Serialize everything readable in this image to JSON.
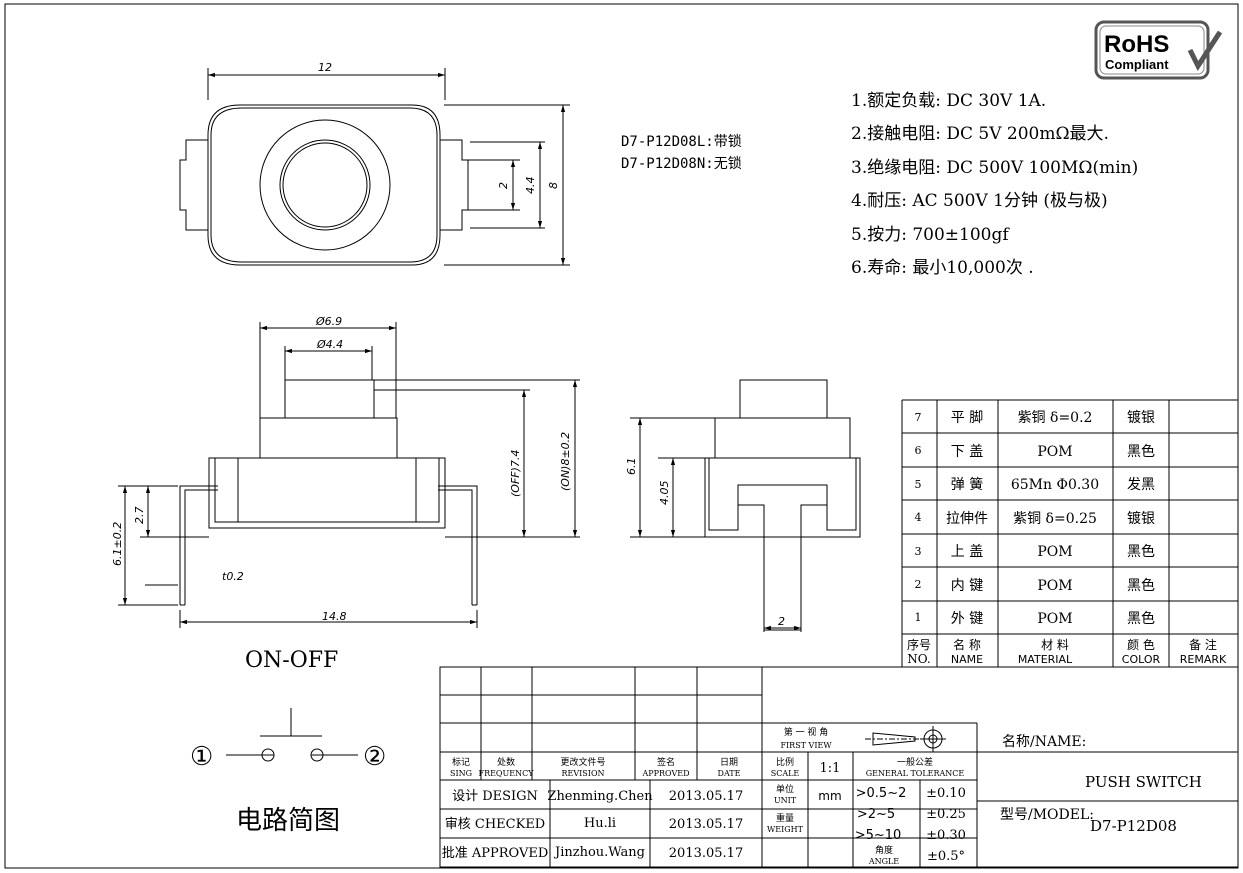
{
  "rohs": {
    "line1": "RoHS",
    "line2": "Compliant"
  },
  "variants": [
    "D7-P12D08L:带锁",
    "D7-P12D08N:无锁"
  ],
  "specs": [
    "1.额定负载: DC 30V 1A.",
    "2.接触电阻: DC 5V  200mΩ最大.",
    "3.绝缘电阻: DC  500V 100MΩ(min)",
    "4.耐压: AC 500V 1分钟 (极与极)",
    "5.按力: 700±100gf",
    "6.寿命: 最小10,000次 ."
  ],
  "dims": {
    "top_width": "12",
    "top_inner": "2",
    "top_mid": "4.4",
    "top_height": "8",
    "dia_outer": "Ø6.9",
    "dia_inner": "Ø4.4",
    "off_height": "(OFF)7.4",
    "on_height": "(ON)8±0.2",
    "lead_height": "6.1±0.2",
    "body_height": "2.7",
    "thickness": "t0.2",
    "span": "14.8",
    "side_height": "6.1",
    "side_inner": "4.05",
    "side_pin": "2"
  },
  "circuit": {
    "title": "ON-OFF",
    "pin1": "①",
    "pin2": "②",
    "caption": "电路简图"
  },
  "bom": {
    "rows": [
      {
        "no": "7",
        "name": "平 脚",
        "material": "紫铜 δ=0.2",
        "color": "镀银",
        "remark": ""
      },
      {
        "no": "6",
        "name": "下 盖",
        "material": "POM",
        "color": "黑色",
        "remark": ""
      },
      {
        "no": "5",
        "name": "弹 簧",
        "material": "65Mn Φ0.30",
        "color": "发黑",
        "remark": ""
      },
      {
        "no": "4",
        "name": "拉伸件",
        "material": "紫铜 δ=0.25",
        "color": "镀银",
        "remark": ""
      },
      {
        "no": "3",
        "name": "上 盖",
        "material": "POM",
        "color": "黑色",
        "remark": ""
      },
      {
        "no": "2",
        "name": "内 键",
        "material": "POM",
        "color": "黑色",
        "remark": ""
      },
      {
        "no": "1",
        "name": "外 键",
        "material": "POM",
        "color": "黑色",
        "remark": ""
      }
    ],
    "header": {
      "no_cn": "序号",
      "no_en": "NO.",
      "name_cn": "名 称",
      "name_en": "NAME",
      "material_cn": "材 料",
      "material_en": "MATERIAL",
      "color_cn": "颜 色",
      "color_en": "COLOR",
      "remark_cn": "备 注",
      "remark_en": "REMARK"
    }
  },
  "titleblock": {
    "sing_cn": "标记",
    "sing_en": "SING",
    "freq_cn": "处数",
    "freq_en": "FREQUENCY",
    "rev_cn": "更改文件号",
    "rev_en": "REVISION",
    "appr_cn": "签名",
    "appr_en": "APPROVED",
    "date_cn": "日期",
    "date_en": "DATE",
    "design": "设计 DESIGN",
    "checked": "审核 CHECKED",
    "approved": "批准 APPROVED",
    "design_name": "Zhenming.Chen",
    "checked_name": "Hu.li",
    "approved_name": "Jinzhou.Wang",
    "design_date": "2013.05.17",
    "checked_date": "2013.05.17",
    "approved_date": "2013.05.17",
    "view_cn": "第 一 视 角",
    "view_en": "FIRST VIEW",
    "scale_cn": "比例",
    "scale_en": "SCALE",
    "scale_val": "1:1",
    "unit_cn": "单位",
    "unit_en": "UNIT",
    "unit_val": "mm",
    "weight_cn": "重量",
    "weight_en": "WEIGHT",
    "angle_cn": "角度",
    "angle_en": "ANGLE",
    "tol_cn": "一般公差",
    "tol_en": "GENERAL TOLERANCE",
    "tolerances": [
      {
        "range": ">0.5~2",
        "tol": "±0.10"
      },
      {
        "range": ">2~5",
        "tol": "±0.25"
      },
      {
        "range": ">5~10",
        "tol": "±0.30"
      }
    ],
    "angle_tol": "±0.5°",
    "name_label": "名称/NAME:",
    "name_val": "PUSH SWITCH",
    "model_label": "型号/MODEL:",
    "model_val": "D7-P12D08"
  }
}
